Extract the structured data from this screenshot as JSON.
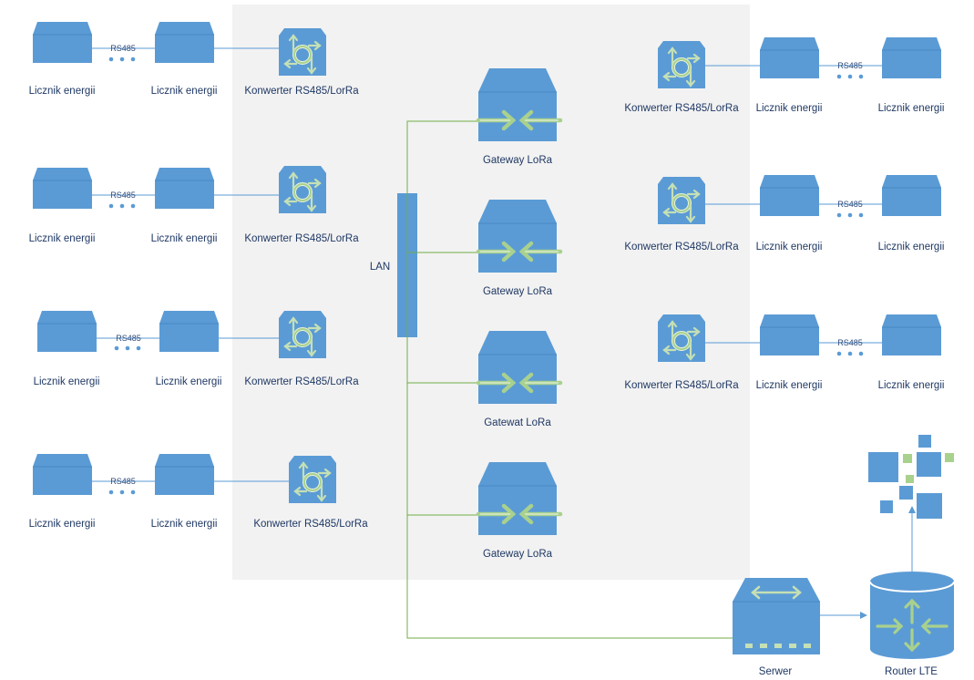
{
  "labels": {
    "meter": "Licznik energii",
    "converter": "Konwerter RS485/LorRa",
    "gateway": "Gateway LoRa",
    "gateway_alt": "Gatewat LoRa",
    "rs485": "RS485",
    "lan": "LAN",
    "server": "Serwer",
    "router": "Router LTE"
  },
  "colors": {
    "device_blue": "#5b9bd5",
    "arrow_green": "#a9d18e",
    "lan_line_green": "#70ad47",
    "link_blue": "#5b9bd5",
    "zone_gray": "#f2f2f2"
  },
  "icons": {
    "meter": "box-icon",
    "converter": "converter-icon",
    "gateway": "gateway-icon",
    "server": "server-icon",
    "router": "router-icon",
    "cloud": "cloud-squares-icon"
  }
}
